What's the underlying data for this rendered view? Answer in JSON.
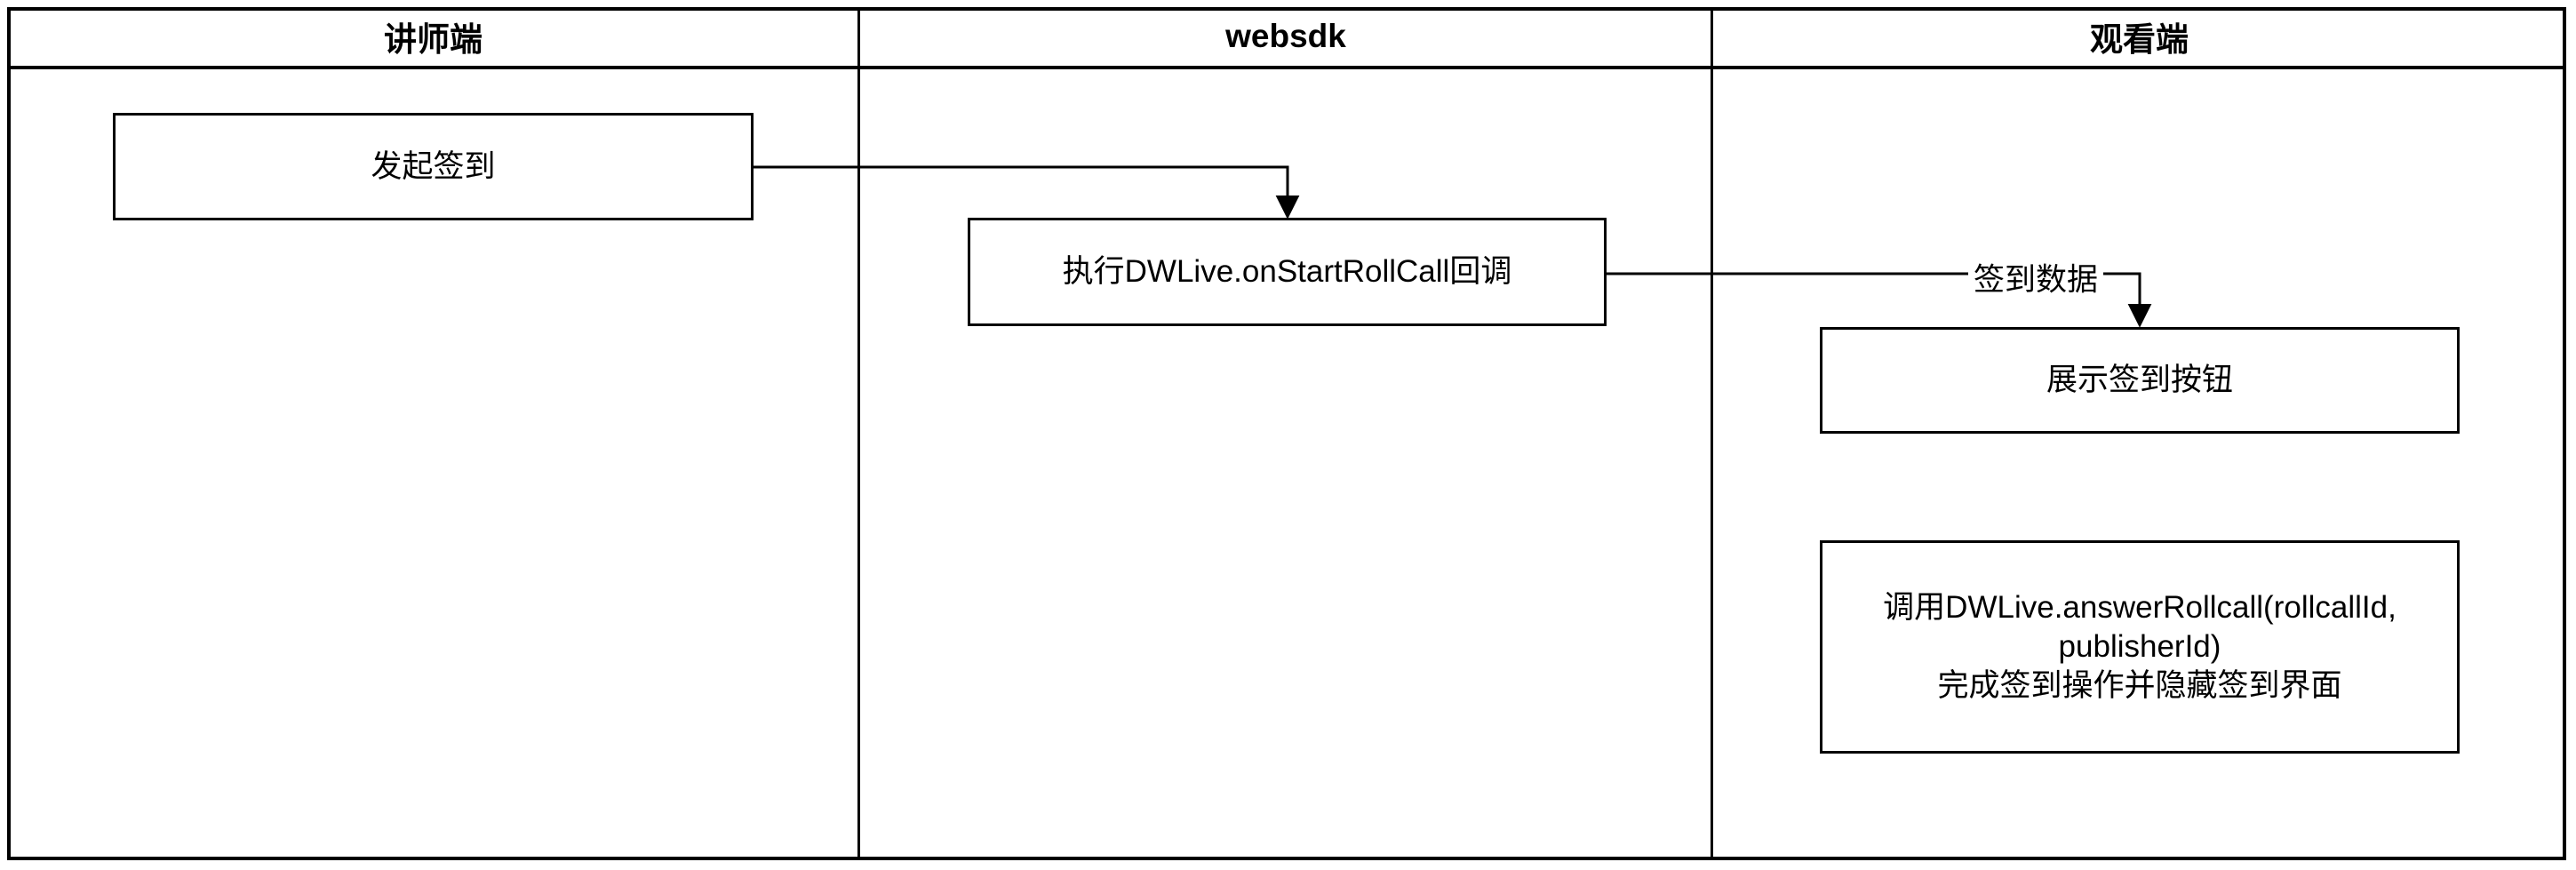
{
  "diagram": {
    "lanes": [
      {
        "title": "讲师端"
      },
      {
        "title": "websdk"
      },
      {
        "title": "观看端"
      }
    ],
    "nodes": {
      "initiate_rollcall": {
        "label": "发起签到"
      },
      "on_start_rollcall": {
        "label": "执行DWLive.onStartRollCall回调"
      },
      "show_rollcall_button": {
        "label": "展示签到按钮"
      },
      "answer_rollcall": {
        "lines": [
          "调用DWLive.answerRollcall(rollcallId,",
          "publisherId)",
          "完成签到操作并隐藏签到界面"
        ]
      }
    },
    "edges": {
      "callback_to_viewer_label": "签到数据"
    },
    "colors": {
      "stroke": "#000000",
      "background": "#ffffff"
    }
  }
}
